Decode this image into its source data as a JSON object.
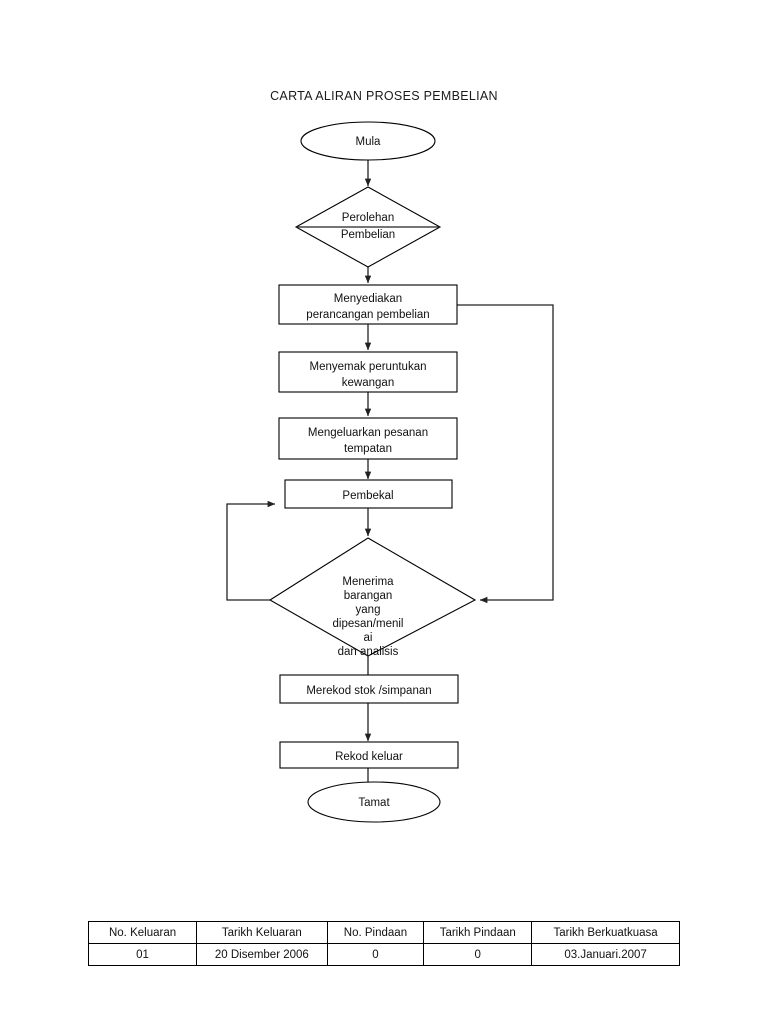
{
  "document": {
    "title": "CARTA ALIRAN PROSES PEMBELIAN"
  },
  "flowchart": {
    "nodes": {
      "start": {
        "type": "terminator",
        "label": "Mula"
      },
      "decision1": {
        "type": "decision",
        "line1": "Perolehan",
        "line2": "Pembelian"
      },
      "process1": {
        "type": "process",
        "line1": "Menyediakan",
        "line2": "perancangan pembelian"
      },
      "process2": {
        "type": "process",
        "line1": "Menyemak peruntukan",
        "line2": "kewangan"
      },
      "process3": {
        "type": "process",
        "line1": "Mengeluarkan pesanan",
        "line2": "tempatan"
      },
      "process4": {
        "type": "process",
        "line1": "Pembekal"
      },
      "decision2": {
        "type": "decision",
        "line1": "Menerima",
        "line2": "barangan",
        "line3": "yang",
        "line4": "dipesan/menil",
        "line5": "ai",
        "line6": "dan analisis"
      },
      "process5": {
        "type": "process",
        "line1": "Merekod stok /simpanan"
      },
      "process6": {
        "type": "process",
        "line1": "Rekod keluar"
      },
      "end": {
        "type": "terminator",
        "label": "Tamat"
      }
    },
    "connectors": [
      {
        "name": "start-to-decision1",
        "from": "start",
        "to": "decision1",
        "style": "arrow-down"
      },
      {
        "name": "decision1-to-process1",
        "from": "decision1",
        "to": "process1",
        "style": "arrow-down"
      },
      {
        "name": "process1-to-process2",
        "from": "process1",
        "to": "process2",
        "style": "arrow-down"
      },
      {
        "name": "process2-to-process3",
        "from": "process2",
        "to": "process3",
        "style": "arrow-down"
      },
      {
        "name": "process3-to-process4",
        "from": "process3",
        "to": "process4",
        "style": "arrow-down"
      },
      {
        "name": "process4-to-decision2",
        "from": "process4",
        "to": "decision2",
        "style": "arrow-down"
      },
      {
        "name": "decision2-to-process5",
        "from": "decision2",
        "to": "process5",
        "style": "arrow-down"
      },
      {
        "name": "process5-to-process6",
        "from": "process5",
        "to": "process6",
        "style": "arrow-down"
      },
      {
        "name": "process6-to-end",
        "from": "process6",
        "to": "end",
        "style": "arrow-down"
      },
      {
        "name": "process1-feedback-to-decision2",
        "from": "process1",
        "to": "decision2",
        "style": "right-loop-arrow-left"
      },
      {
        "name": "decision2-reject-to-process4",
        "from": "decision2",
        "to": "process4",
        "style": "left-loop-arrow-right"
      }
    ]
  },
  "revision_table": {
    "headers": [
      "No. Keluaran",
      "Tarikh Keluaran",
      "No. Pindaan",
      "Tarikh Pindaan",
      "Tarikh Berkuatkuasa"
    ],
    "rows": [
      [
        "01",
        "20 Disember 2006",
        "0",
        "0",
        "03.Januari.2007"
      ]
    ]
  }
}
